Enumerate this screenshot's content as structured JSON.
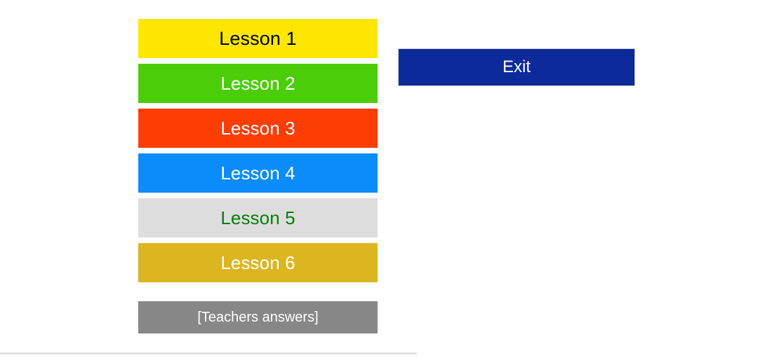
{
  "slide": {
    "background_color": "#ffffff",
    "lessons": [
      {
        "label": "Lesson 1",
        "bg": "#ffe600",
        "fg": "#000000"
      },
      {
        "label": "Lesson 2",
        "bg": "#4bcd07",
        "fg": "#ffffff"
      },
      {
        "label": "Lesson 3",
        "bg": "#fc3e05",
        "fg": "#ffffff"
      },
      {
        "label": "Lesson 4",
        "bg": "#0a8cfb",
        "fg": "#ffffff"
      },
      {
        "label": "Lesson 5",
        "bg": "#dddddd",
        "fg": "#0a7d0a"
      },
      {
        "label": "Lesson 6",
        "bg": "#dcb621",
        "fg": "#ffffff"
      }
    ],
    "teachers_answers": {
      "label": "[Teachers answers]",
      "bg": "#878787",
      "fg": "#ffffff"
    },
    "exit": {
      "label": "Exit",
      "bg": "#0d2a9b",
      "fg": "#ffffff",
      "border": "#c9cbd6"
    }
  }
}
